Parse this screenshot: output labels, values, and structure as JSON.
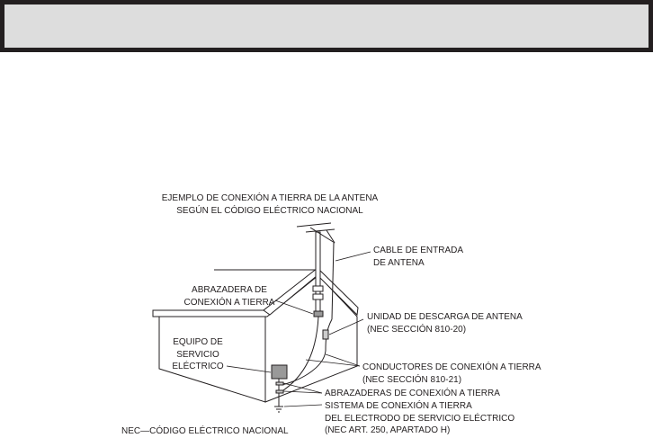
{
  "header_bar": {
    "fill": "#dddddd",
    "border": "#231f20"
  },
  "diagram": {
    "title": [
      "EJEMPLO DE CONEXIÓN A TIERRA DE LA ANTENA",
      "SEGÚN EL CÓDIGO ELÉCTRICO NACIONAL"
    ],
    "labels": {
      "antenna_lead_in": [
        "CABLE DE ENTRADA",
        "DE ANTENA"
      ],
      "ground_clamp": [
        "ABRAZADERA DE",
        "CONEXIÓN A TIERRA"
      ],
      "discharge_unit": [
        "UNIDAD DE DESCARGA DE ANTENA",
        "(NEC SECCIÓN 810-20)"
      ],
      "service_equipment": [
        "EQUIPO DE",
        "SERVICIO",
        "ELÉCTRICO"
      ],
      "grounding_conductors": [
        "CONDUCTORES DE CONEXIÓN A TIERRA",
        "(NEC SECCIÓN 810-21)"
      ],
      "ground_clamps": "ABRAZADERAS DE CONEXIÓN A TIERRA",
      "electrode_system": [
        "SISTEMA DE CONEXIÓN A TIERRA",
        "DEL ELECTRODO DE SERVICIO ELÉCTRICO",
        "(NEC ART. 250, APARTADO H)"
      ],
      "nec_note": "NEC—CÓDIGO ELÉCTRICO NACIONAL"
    }
  }
}
